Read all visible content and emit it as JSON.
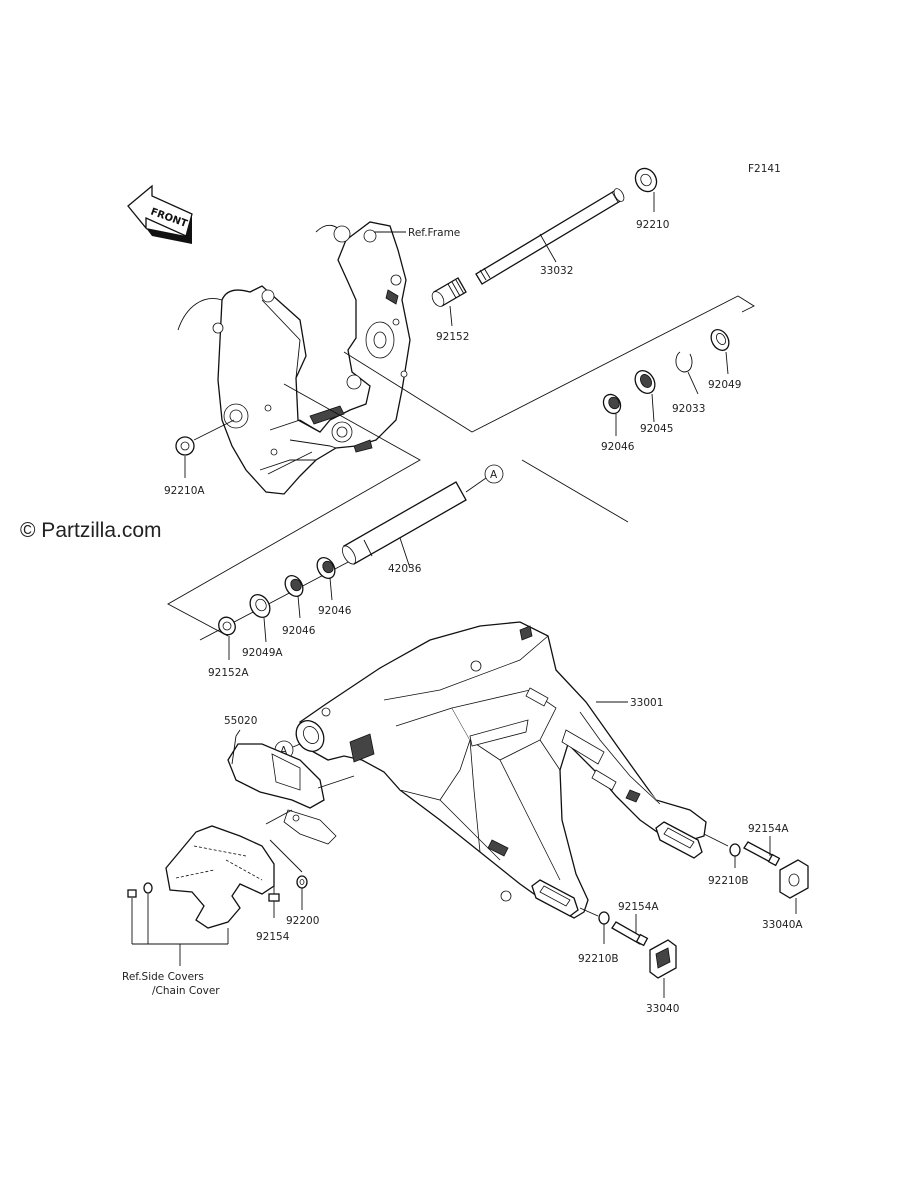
{
  "figure_code": "F2141",
  "watermark": "© Partzilla.com",
  "front_label": "FRONT",
  "ref_frame": "Ref.Frame",
  "ref_covers_line1": "Ref.Side Covers",
  "ref_covers_line2": "/Chain Cover",
  "marker_a": "A",
  "parts": {
    "p92210": "92210",
    "p33032": "33032",
    "p92152": "92152",
    "p92049": "92049",
    "p92033": "92033",
    "p92045": "92045",
    "p92046_r": "92046",
    "p92210A": "92210A",
    "p42036": "42036",
    "p92046_a": "92046",
    "p92046_b": "92046",
    "p92049A": "92049A",
    "p92152A": "92152A",
    "p33001": "33001",
    "p55020": "55020",
    "p92154A_r": "92154A",
    "p92210B_r": "92210B",
    "p33040A": "33040A",
    "p92154A_l": "92154A",
    "p92210B_l": "92210B",
    "p33040": "33040",
    "p92200": "92200",
    "p92154": "92154"
  }
}
